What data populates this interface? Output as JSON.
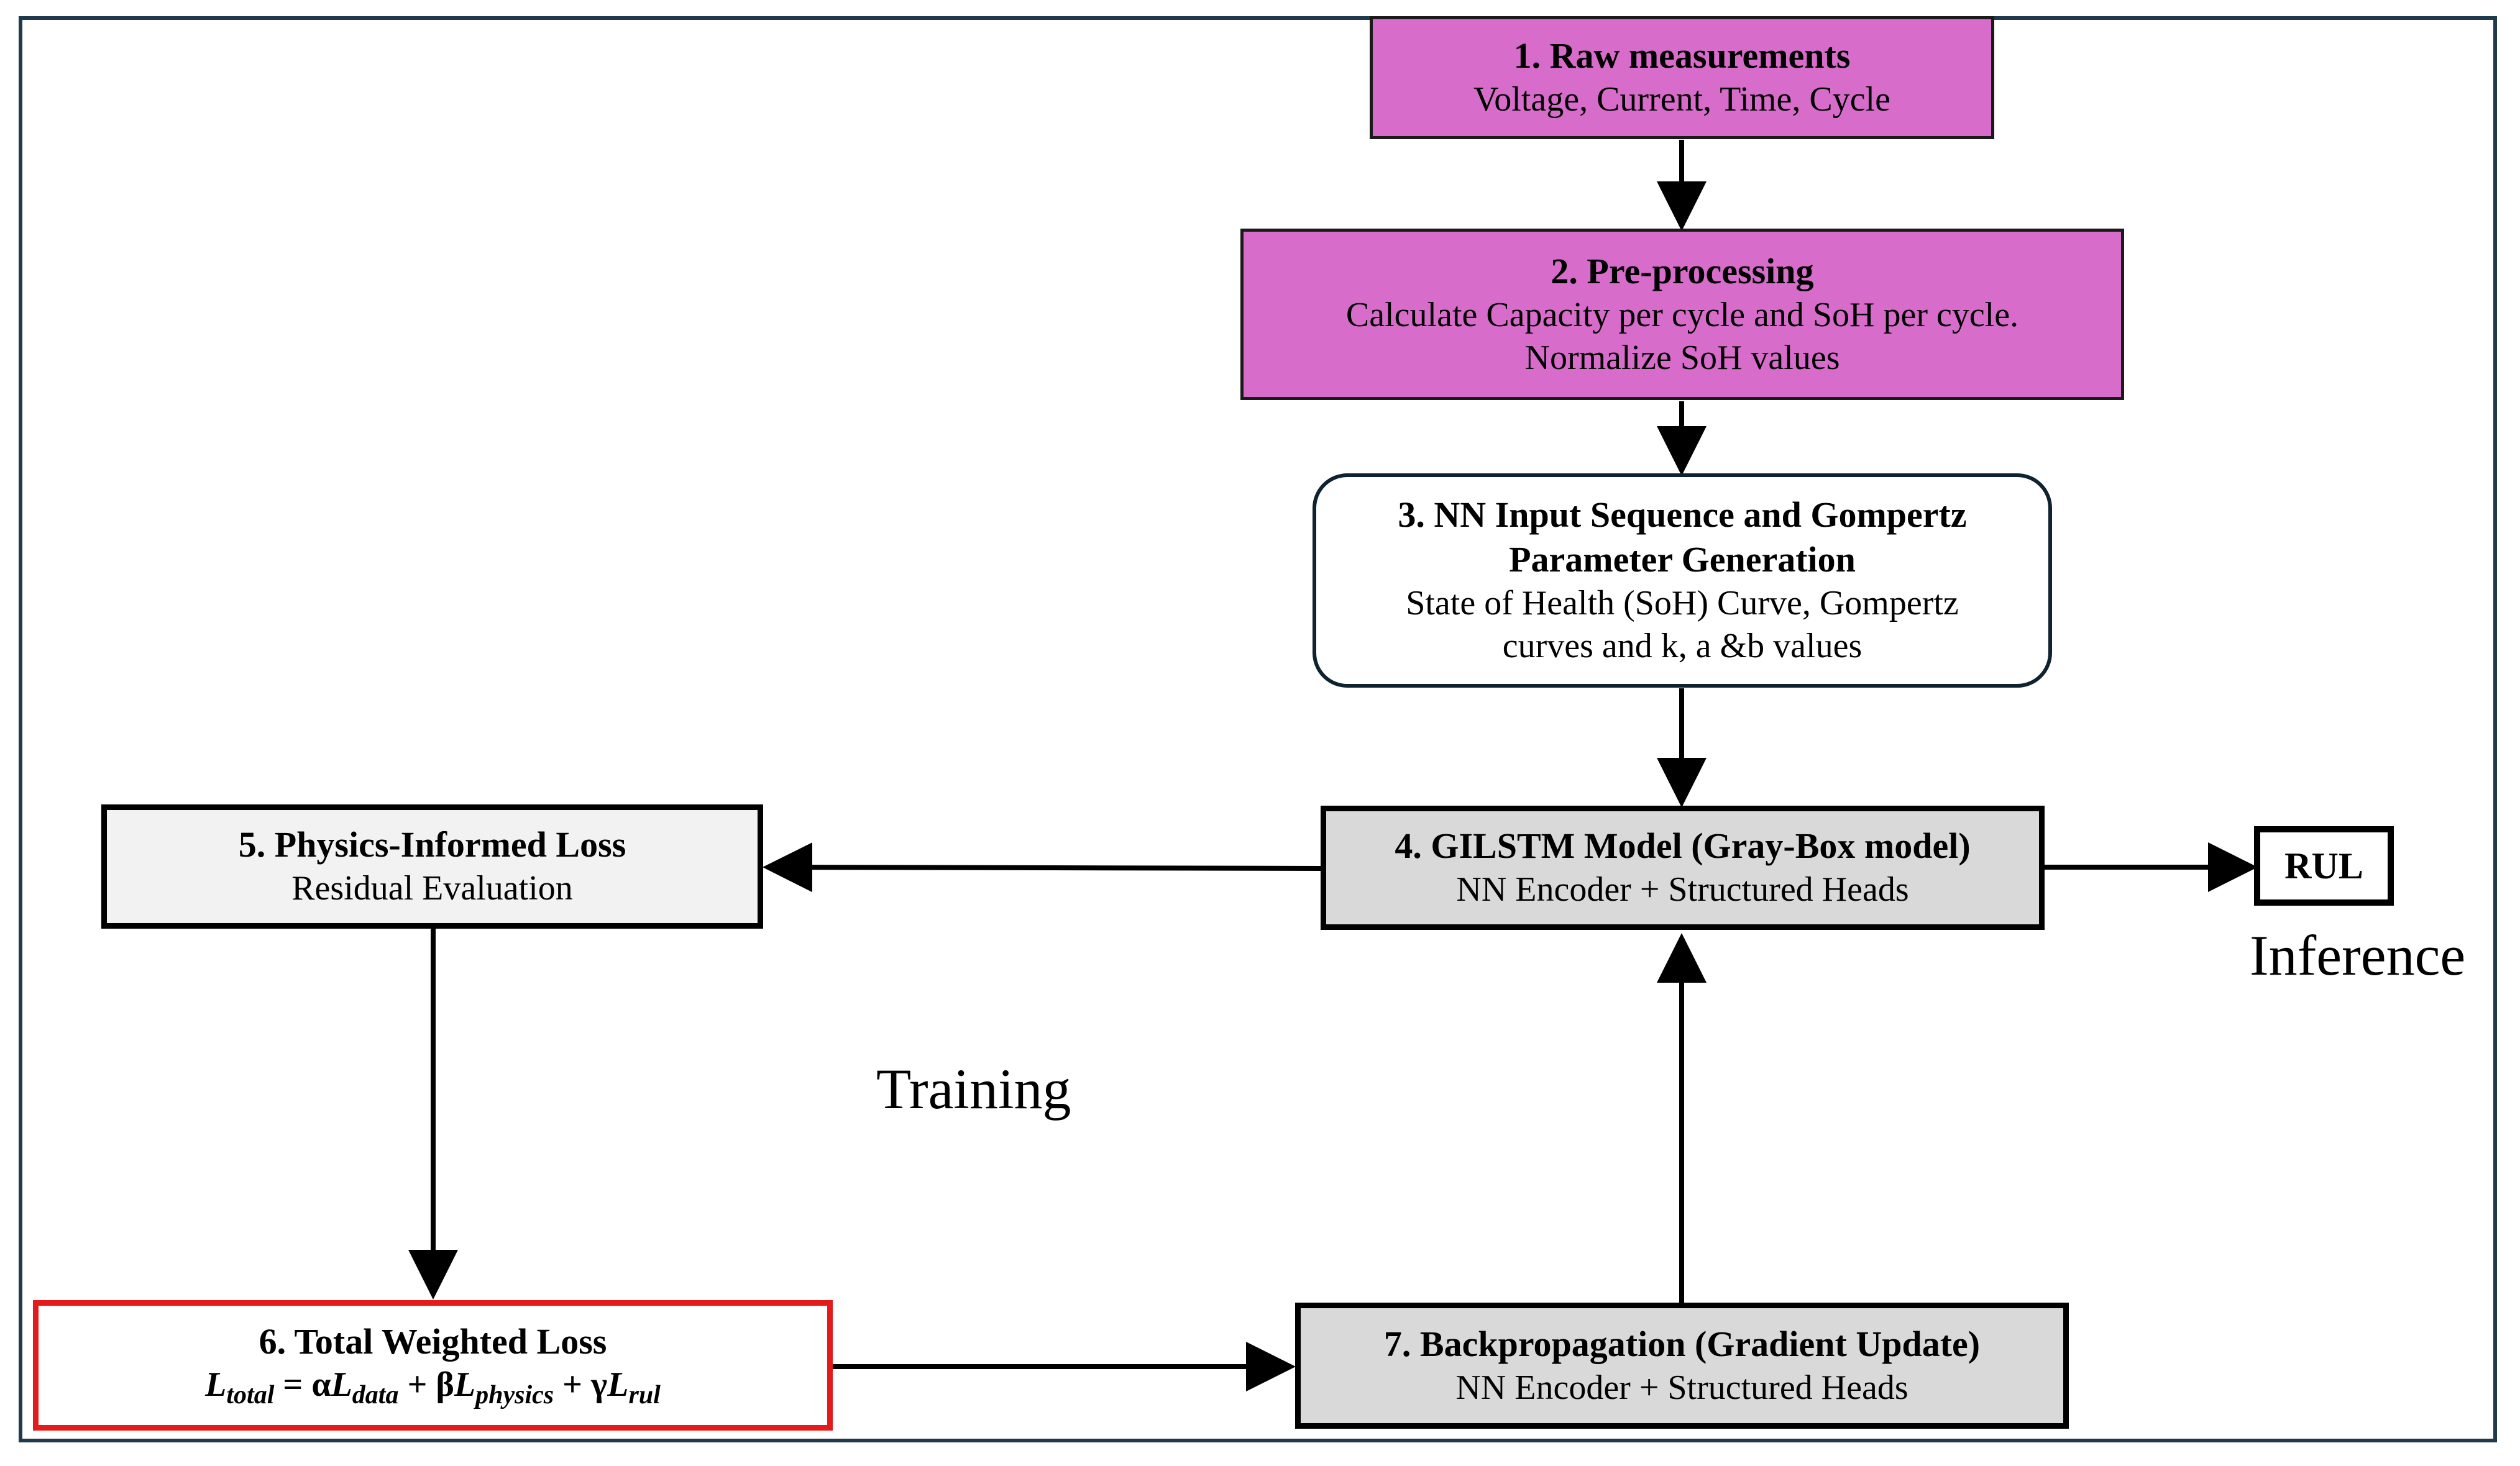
{
  "nodes": {
    "n1": {
      "title": "1.  Raw measurements",
      "sub": "Voltage, Current, Time, Cycle"
    },
    "n2": {
      "title": "2.  Pre-processing",
      "sub1": "Calculate Capacity per cycle and SoH per cycle.",
      "sub2": "Normalize SoH values"
    },
    "n3": {
      "title1": "3.  NN Input Sequence and Gompertz",
      "title2": "Parameter Generation",
      "sub1": "State of Health (SoH) Curve, Gompertz",
      "sub2": "curves and k, a &b values"
    },
    "n4": {
      "title": "4.  GILSTM Model (Gray-Box model)",
      "sub": "NN Encoder + Structured Heads"
    },
    "n5": {
      "title": "5. Physics-Informed Loss",
      "sub": "Residual Evaluation"
    },
    "n6": {
      "title": "6. Total Weighted Loss",
      "eq": {
        "L": "L",
        "total_sub": "total",
        "eq_sign": " = ",
        "alpha": "α",
        "data_sub": "data",
        "plus1": " + ",
        "beta": "β",
        "physics_sub": "physics",
        "plus2": " + ",
        "gamma": "γ",
        "rul_sub": "rul"
      }
    },
    "n7": {
      "title": "7. Backpropagation (Gradient Update)",
      "sub": "NN Encoder + Structured Heads"
    },
    "rul": {
      "text": "RUL"
    }
  },
  "labels": {
    "training": "Training",
    "inference": "Inference"
  },
  "colors": {
    "stage_fill": "#d86ccb",
    "model_fill": "#d9d9d9",
    "loss_fill": "#f2f2f2",
    "total_loss_border": "#e31b1b",
    "frame": "#1f3a4d"
  }
}
